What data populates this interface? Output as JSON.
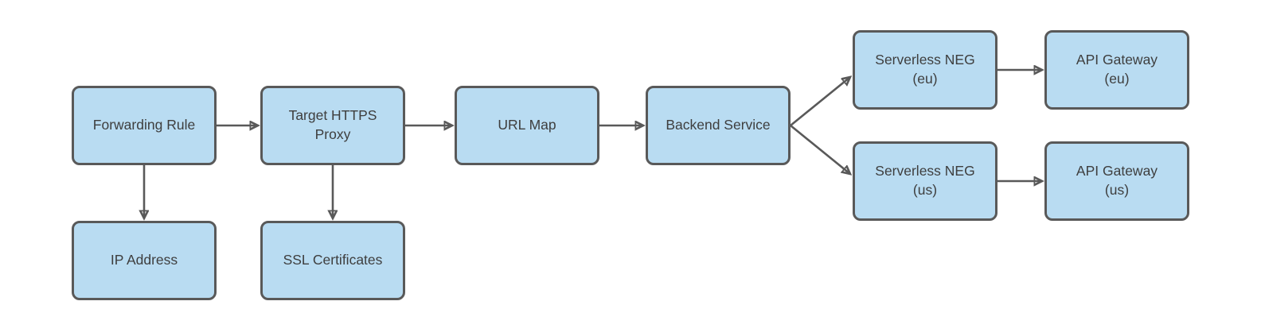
{
  "diagram": {
    "title": "HTTPS load balancer with serverless NEG backends flow diagram",
    "colors": {
      "background": "#ffffff",
      "node_fill": "#b9dcf2",
      "node_border": "#595959",
      "edge": "#595959",
      "text": "#3e3e3e"
    },
    "nodes": [
      {
        "id": "forwarding-rule",
        "label": "Forwarding Rule"
      },
      {
        "id": "target-https-proxy",
        "label": "Target HTTPS\nProxy"
      },
      {
        "id": "url-map",
        "label": "URL Map"
      },
      {
        "id": "backend-service",
        "label": "Backend Service"
      },
      {
        "id": "serverless-neg-eu",
        "label": "Serverless NEG\n(eu)"
      },
      {
        "id": "api-gateway-eu",
        "label": "API Gateway\n(eu)"
      },
      {
        "id": "serverless-neg-us",
        "label": "Serverless NEG\n(us)"
      },
      {
        "id": "api-gateway-us",
        "label": "API Gateway\n(us)"
      },
      {
        "id": "ip-address",
        "label": "IP Address"
      },
      {
        "id": "ssl-certificates",
        "label": "SSL Certificates"
      }
    ],
    "edges": [
      {
        "from": "forwarding-rule",
        "to": "target-https-proxy"
      },
      {
        "from": "target-https-proxy",
        "to": "url-map"
      },
      {
        "from": "url-map",
        "to": "backend-service"
      },
      {
        "from": "backend-service",
        "to": "serverless-neg-eu"
      },
      {
        "from": "backend-service",
        "to": "serverless-neg-us"
      },
      {
        "from": "serverless-neg-eu",
        "to": "api-gateway-eu"
      },
      {
        "from": "serverless-neg-us",
        "to": "api-gateway-us"
      },
      {
        "from": "forwarding-rule",
        "to": "ip-address"
      },
      {
        "from": "target-https-proxy",
        "to": "ssl-certificates"
      }
    ]
  }
}
